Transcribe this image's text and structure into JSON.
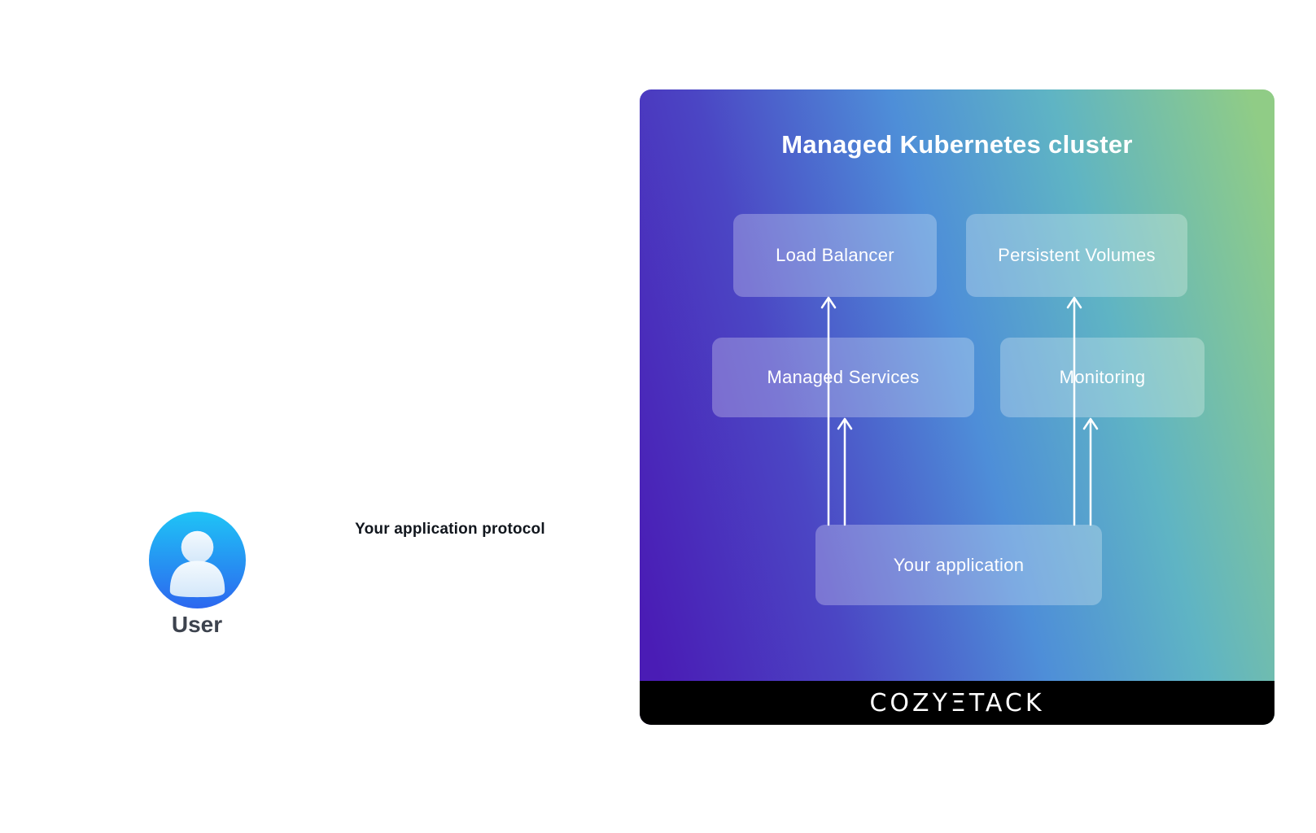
{
  "diagram": {
    "user": {
      "label": "User"
    },
    "connection": {
      "label": "Your application protocol",
      "from": "user",
      "to": "your-application"
    },
    "cluster": {
      "title": "Managed Kubernetes cluster",
      "boxes": [
        {
          "id": "load-balancer",
          "label": "Load Balancer"
        },
        {
          "id": "persistent-volumes",
          "label": "Persistent Volumes"
        },
        {
          "id": "managed-services",
          "label": "Managed Services"
        },
        {
          "id": "monitoring",
          "label": "Monitoring"
        },
        {
          "id": "your-application",
          "label": "Your application"
        }
      ],
      "arrows": [
        {
          "from": "your-application",
          "to": "load-balancer"
        },
        {
          "from": "your-application",
          "to": "managed-services"
        },
        {
          "from": "your-application",
          "to": "persistent-volumes"
        },
        {
          "from": "your-application",
          "to": "monitoring"
        }
      ],
      "footer_logo": "COZYΞTACK"
    },
    "colors": {
      "panel_purple": "#4A1CB5",
      "panel_blue": "#4E8ED8",
      "panel_green": "#90CC86",
      "box_fill": "rgba(255,255,255,0.27)",
      "arrow_white": "#FFFFFF",
      "connector_start": "#5F4FC7",
      "connector_mid": "#4E8ED8",
      "connector_green": "#9AD77D",
      "avatar_top": "#1FC4F6",
      "avatar_bottom": "#2C67EF",
      "footer_bg": "#000000"
    }
  }
}
